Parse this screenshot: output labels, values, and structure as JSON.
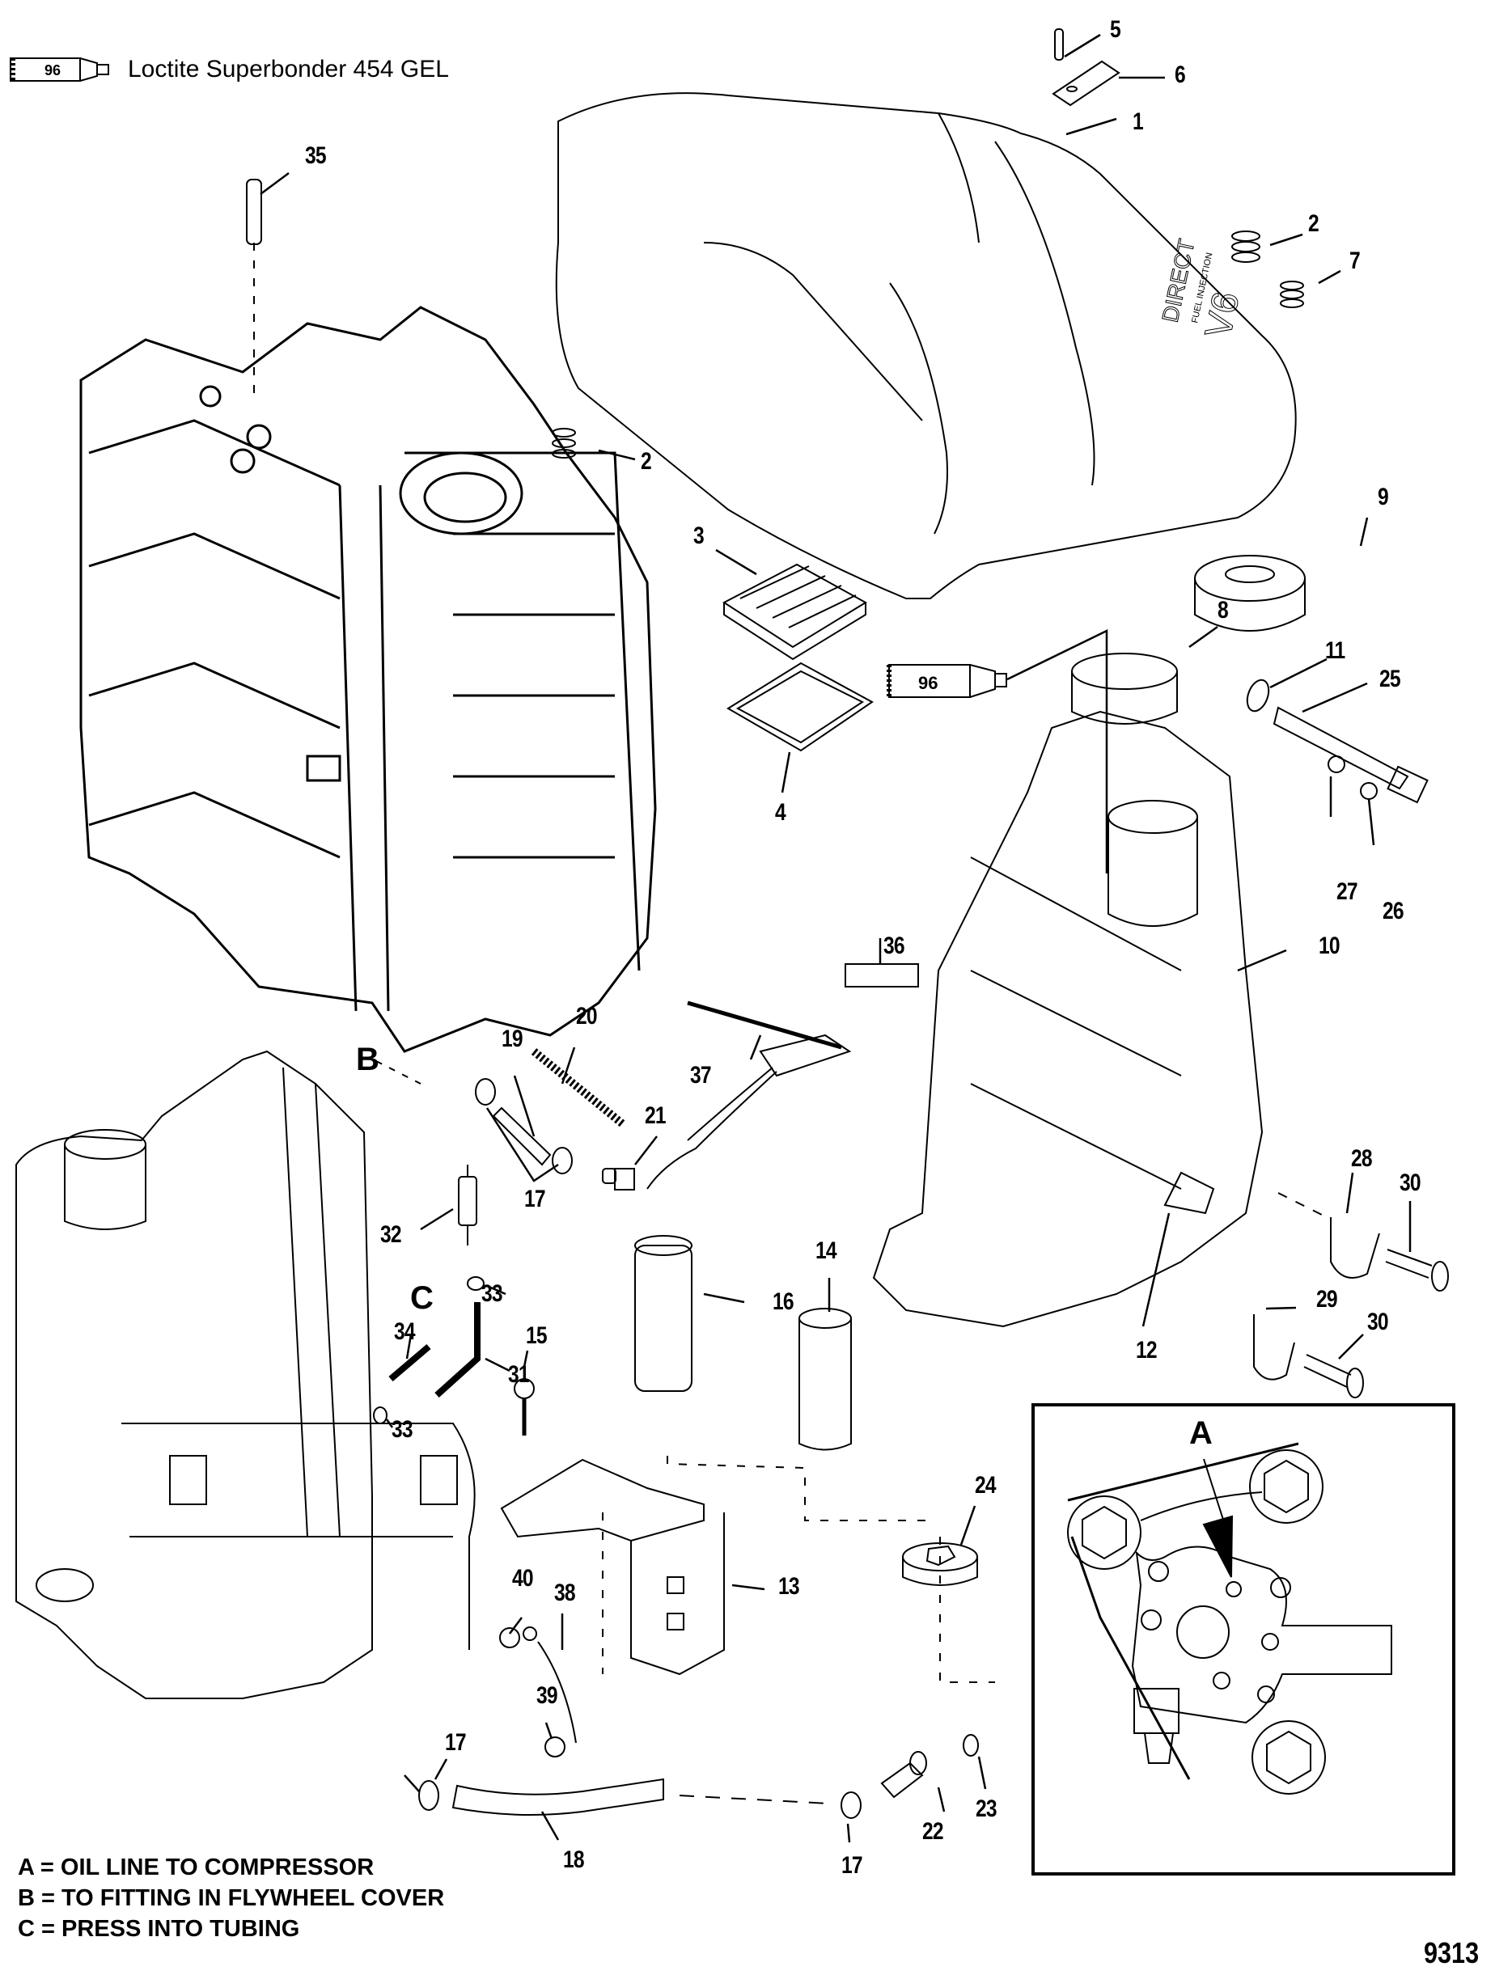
{
  "legend": {
    "sealant_code": "96",
    "sealant_name": "Loctite Superbonder 454 GEL"
  },
  "cover_logo": {
    "line1": "DIRECT",
    "line2": "FUEL INJECTION",
    "line3": "V6"
  },
  "callouts": {
    "c1": "1",
    "c2a": "2",
    "c2b": "2",
    "c3": "3",
    "c4": "4",
    "c5": "5",
    "c6": "6",
    "c7": "7",
    "c8": "8",
    "c9": "9",
    "c10": "10",
    "c11": "11",
    "c12": "12",
    "c13": "13",
    "c14": "14",
    "c15": "15",
    "c16": "16",
    "c17a": "17",
    "c17b": "17",
    "c17c": "17",
    "c18": "18",
    "c19": "19",
    "c20": "20",
    "c21": "21",
    "c22": "22",
    "c23": "23",
    "c24": "24",
    "c25": "25",
    "c26": "26",
    "c27": "27",
    "c28": "28",
    "c29": "29",
    "c30a": "30",
    "c30b": "30",
    "c31": "31",
    "c32": "32",
    "c33a": "33",
    "c33b": "33",
    "c34": "34",
    "c35": "35",
    "c36": "36",
    "c37": "37",
    "c38": "38",
    "c39": "39",
    "c40": "40"
  },
  "reference_letters": {
    "a": "A",
    "b": "B",
    "c": "C"
  },
  "notes": [
    "A = OIL LINE TO COMPRESSOR",
    "B = TO FITTING IN FLYWHEEL COVER",
    "C = PRESS INTO TUBING"
  ],
  "figure_number": "9313"
}
